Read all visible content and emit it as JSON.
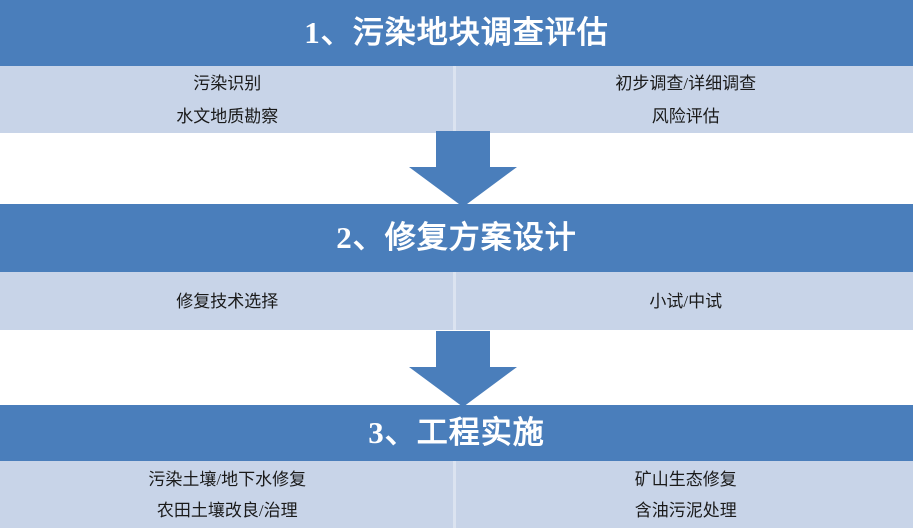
{
  "diagram": {
    "type": "vertical-flowchart",
    "colors": {
      "header_blue": "#4a7ebb",
      "body_light_blue": "#c8d4e8",
      "divider": "#dbe3f0",
      "background": "#ffffff",
      "title_text": "#ffffff",
      "item_text": "#1a1a1a"
    },
    "stages": [
      {
        "number": "1",
        "title": "1、污染地块调查评估",
        "left_items": [
          "污染识别",
          "水文地质勘察"
        ],
        "right_items": [
          "初步调查/详细调查",
          "风险评估"
        ]
      },
      {
        "number": "2",
        "title": "2、修复方案设计",
        "left_items": [
          "修复技术选择"
        ],
        "right_items": [
          "小试/中试"
        ]
      },
      {
        "number": "3",
        "title": "3、工程实施",
        "left_items": [
          "污染土壤/地下水修复",
          "农田土壤改良/治理"
        ],
        "right_items": [
          "矿山生态修复",
          "含油污泥处理"
        ]
      }
    ],
    "connectors": [
      {
        "name": "arrow-stage1-to-stage2",
        "direction": "down"
      },
      {
        "name": "arrow-stage2-to-stage3",
        "direction": "down"
      }
    ]
  }
}
